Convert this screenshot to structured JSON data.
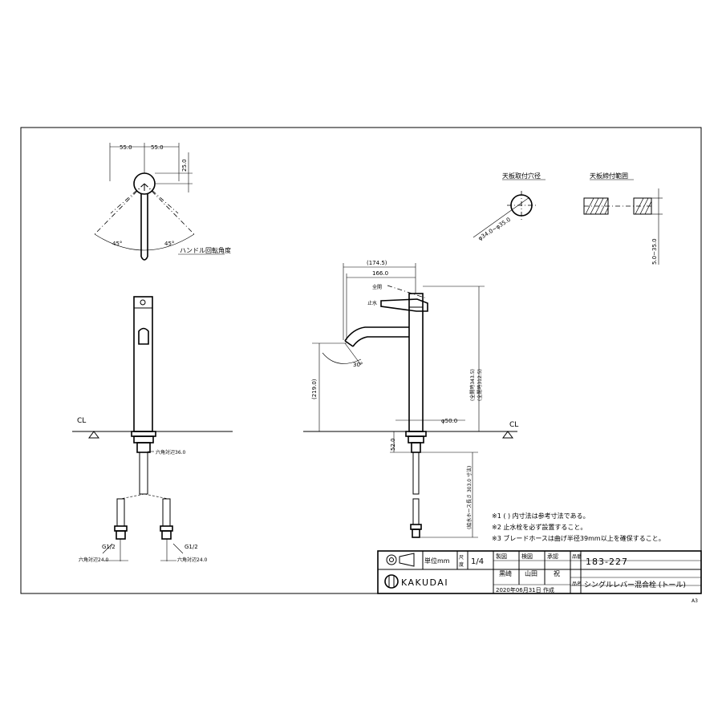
{
  "dims": {
    "top_55a": "55.0",
    "top_55b": "55.0",
    "top_25": "25.0",
    "angle_left": "45°",
    "angle_right": "45°",
    "handle_rotation": "ハンドル回転角度",
    "width_174": "(174.5)",
    "width_166": "166.0",
    "height_343": "(全開時343.5)",
    "height_312": "(全閉時312.5)",
    "height_219": "(219.0)",
    "angle_30": "30°",
    "dia_50": "φ50.0",
    "depth_52": "52.0",
    "hose_303": "(給水ホース長さ 303.0 寸法)",
    "nut_36": "六角対辺36.0",
    "hex_24a": "六角対辺24.0",
    "hex_24b": "六角対辺24.0",
    "g12a": "G1/2",
    "g12b": "G1/2",
    "cl_left": "CL",
    "cl_right": "CL",
    "lever_open": "全開",
    "lever_close": "止水"
  },
  "details": {
    "hole_title": "天板取付穴径",
    "hole_dim": "φ34.0~φ35.0",
    "thickness_title": "天板締付範囲",
    "thickness_dim": "5.0~35.0"
  },
  "notes": [
    "※1  (  ) 内寸法は参考寸法である。",
    "※2  止水栓を必ず設置すること。",
    "※3  ブレードホースは曲げ半径39mm以上を確保すること。"
  ],
  "title_block": {
    "unit_label": "単位mm",
    "scale_label_a": "尺",
    "scale_label_b": "度",
    "scale_value": "1/4",
    "roles": [
      "製",
      "図",
      "検",
      "図",
      "承",
      "認"
    ],
    "role_drafter": "製図",
    "role_checker": "検図",
    "role_approver": "承認",
    "drafter": "黒崎",
    "checker": "山田",
    "approver": "祝",
    "brand": "KAKUDAI",
    "date": "2020年06月31日 作成",
    "product_number_label": "品番",
    "product_number": "183-227",
    "product_name_label": "品名",
    "product_name": "シングルレバー混合栓 (トール)",
    "paper": "A3"
  }
}
